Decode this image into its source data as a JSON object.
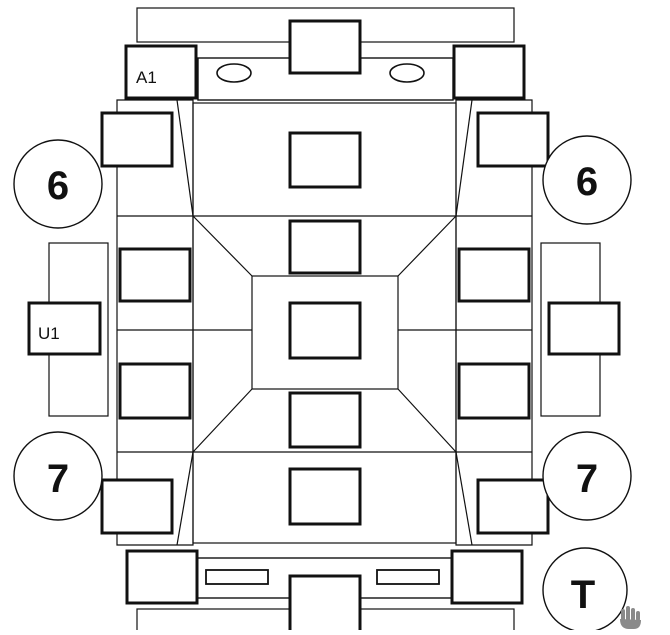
{
  "labels": {
    "a1": "A1",
    "u1": "U1",
    "six_left": "6",
    "six_right": "6",
    "seven_left": "7",
    "seven_right": "7",
    "t": "T"
  },
  "icons": {
    "cursor": "hand-pointer-icon"
  },
  "colors": {
    "stroke": "#111111",
    "background": "#ffffff",
    "cursor_grey": "#8a8a8a"
  }
}
